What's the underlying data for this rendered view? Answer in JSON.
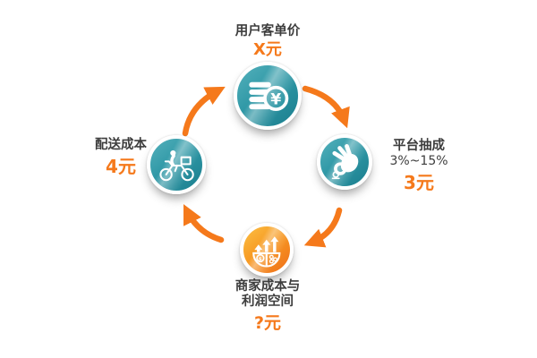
{
  "diagram": {
    "type": "circular-flow",
    "flow_direction": "clockwise",
    "colors": {
      "node_teal": "#2f98a6",
      "node_teal_light": "#8fd0d6",
      "node_teal_dark": "#1b7e8e",
      "node_orange": "#f79a22",
      "arrow_orange": "#f5791b",
      "value_text": "#f5791b",
      "label_text": "#3d3d3d",
      "background": "#ffffff"
    },
    "nodes": {
      "top": {
        "label": "用户客单价",
        "value": "X元",
        "icon": "coins-yuan-icon",
        "color": "teal"
      },
      "right": {
        "label": "平台抽成",
        "sublabel": "3%~15%",
        "value": "3元",
        "icon": "hand-coin-icon",
        "color": "teal"
      },
      "bottom": {
        "label_line1": "商家成本与",
        "label_line2": "利润空间",
        "value": "?元",
        "icon": "profit-growth-icon",
        "color": "orange"
      },
      "left": {
        "label": "配送成本",
        "value": "4元",
        "icon": "delivery-bike-icon",
        "color": "teal"
      }
    },
    "arrows": [
      {
        "from": "left",
        "to": "top"
      },
      {
        "from": "top",
        "to": "right"
      },
      {
        "from": "right",
        "to": "bottom"
      },
      {
        "from": "bottom",
        "to": "left"
      }
    ]
  }
}
